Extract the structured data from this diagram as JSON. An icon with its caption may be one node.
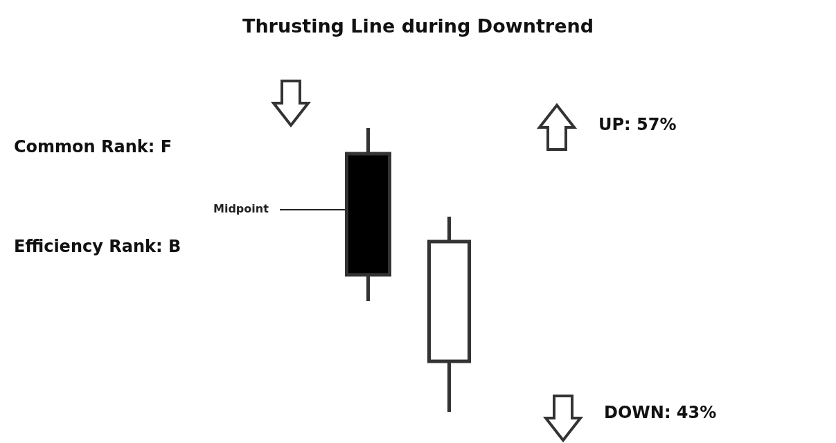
{
  "diagram": {
    "title": "Thrusting Line during Downtrend",
    "nodes": [
      {
        "text": [
          "Midpoint"
        ]
      },
      {
        "text": [],
        "shape": "bar"
      },
      {
        "text": [],
        "shape": "bar"
      }
    ],
    "edges": [
      {
        "from": 0,
        "to": 1,
        "arrow": "none"
      }
    ],
    "labels": [
      "Common Rank: F",
      "UP: 57%",
      "Efficiency Rank: B",
      "DOWN: 43%"
    ]
  }
}
